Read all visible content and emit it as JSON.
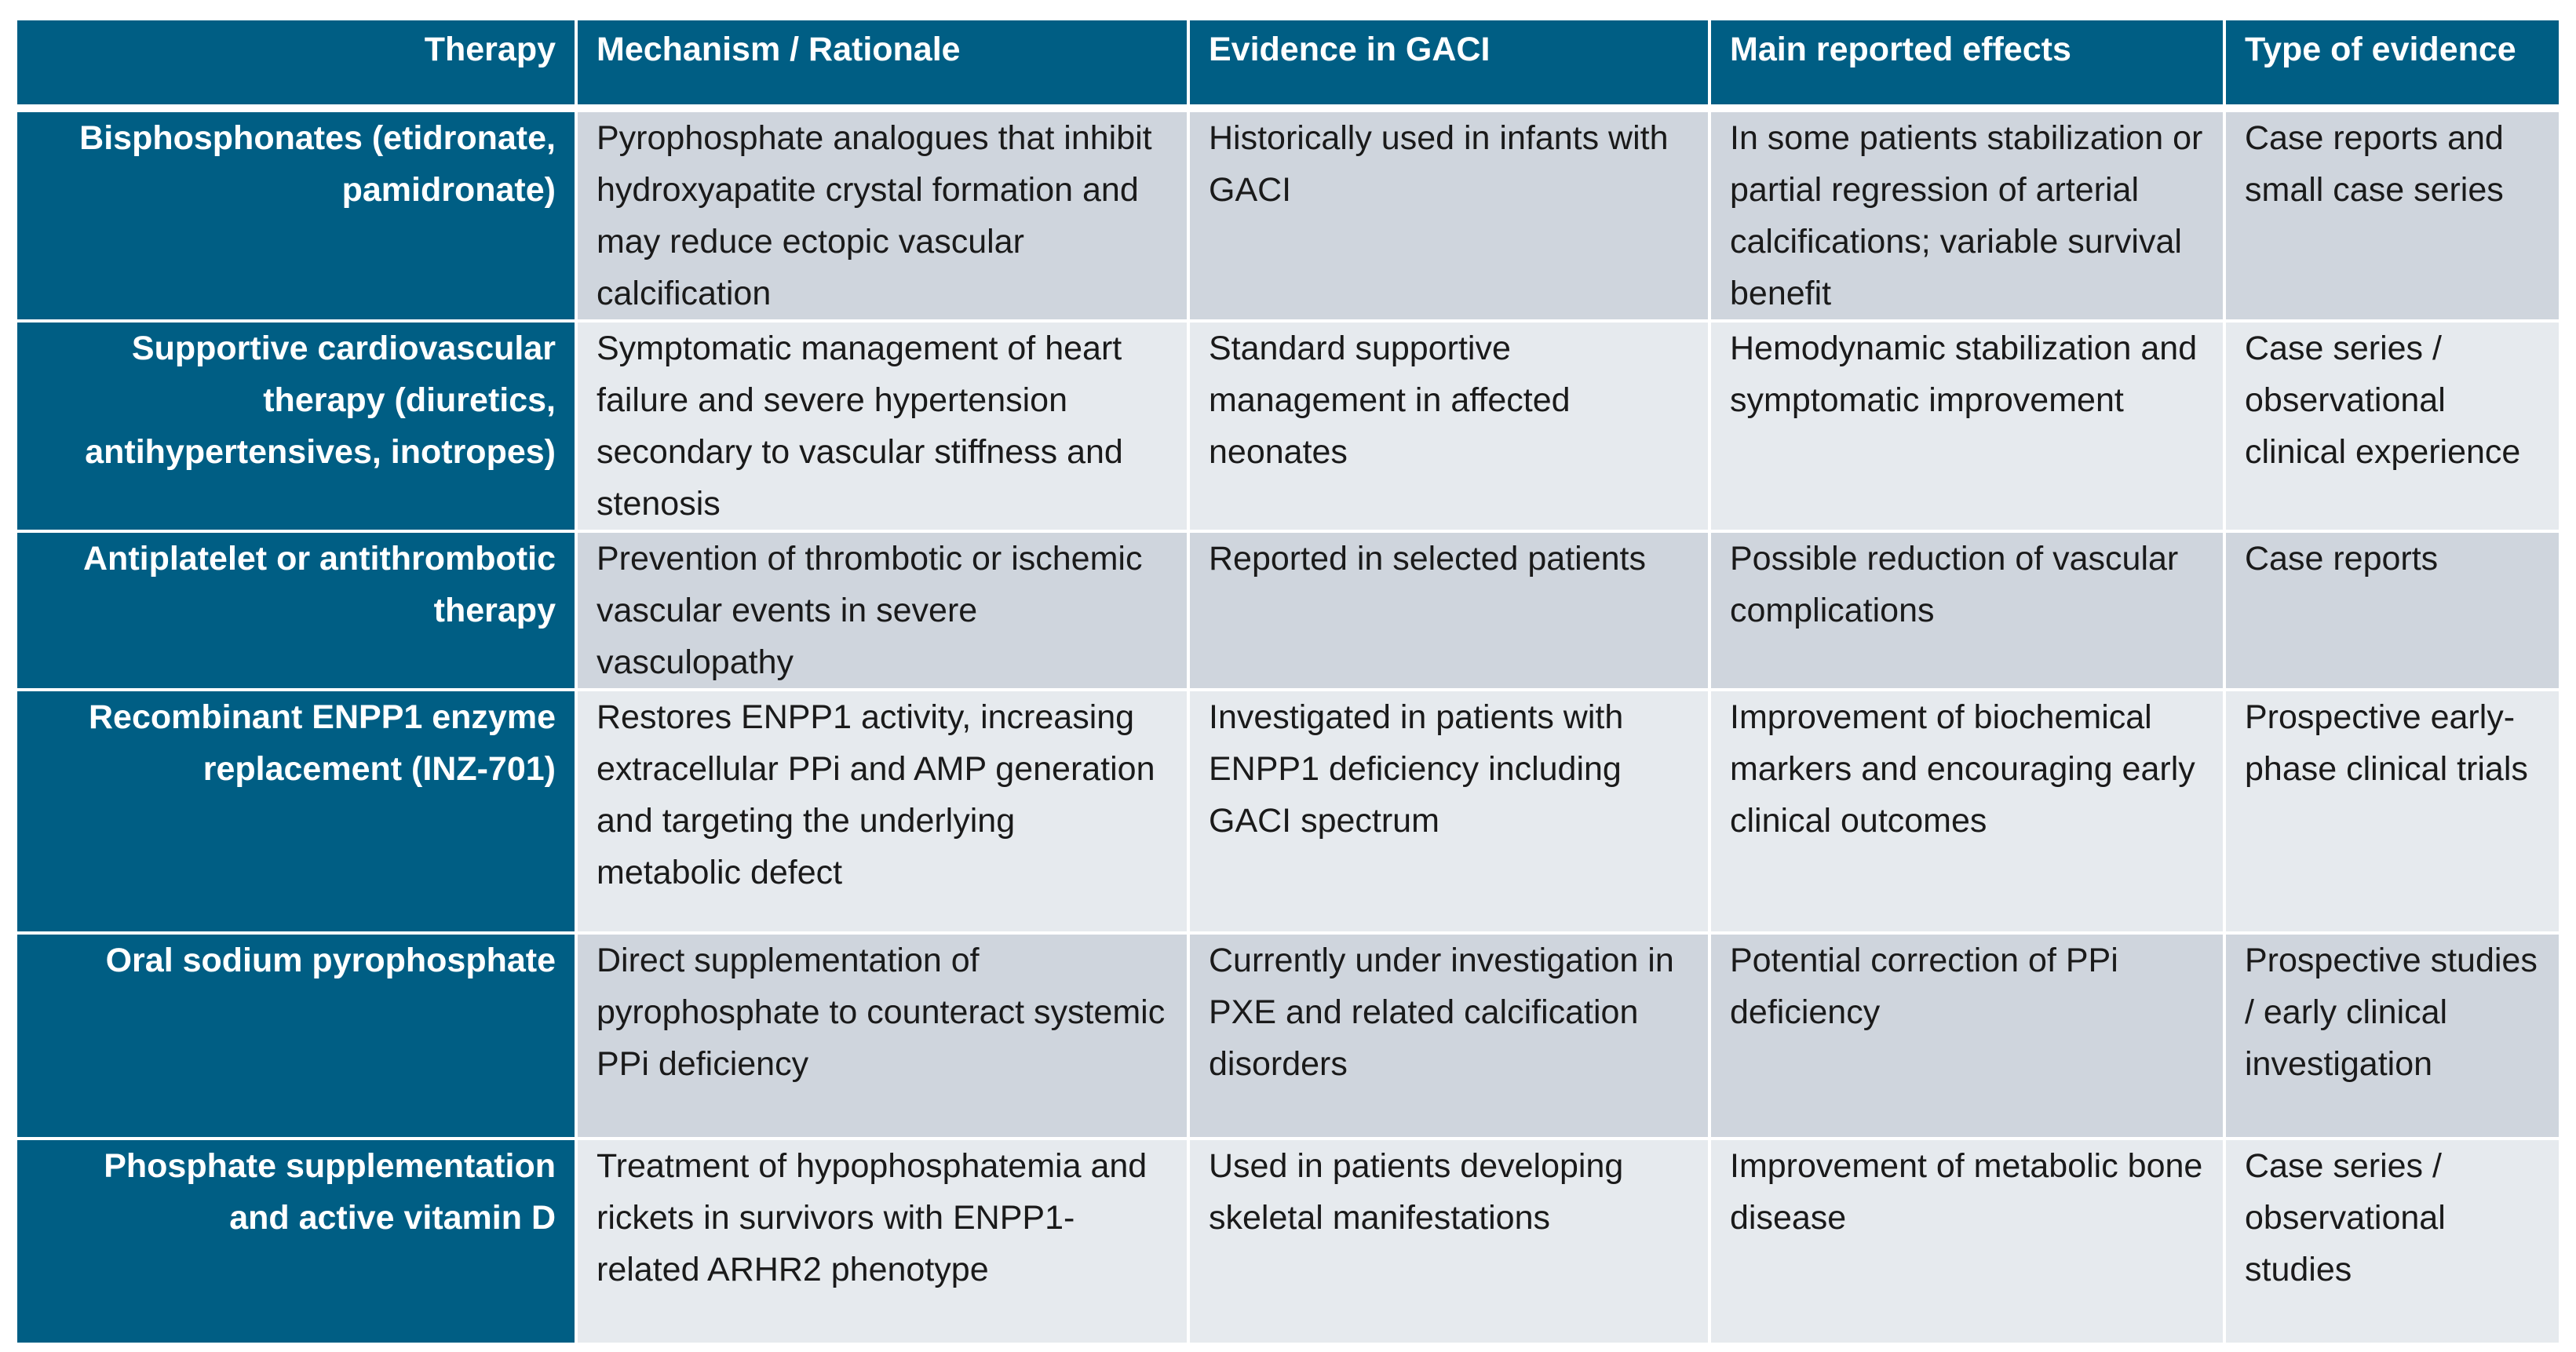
{
  "table": {
    "headers": [
      "Therapy",
      "Mechanism / Rationale",
      "Evidence in GACI",
      "Main reported effects",
      "Type of evidence"
    ],
    "rows": [
      {
        "therapy": "Bisphosphonates (etidronate, pamidronate)",
        "mechanism": "Pyrophosphate analogues that inhibit hydroxyapatite crystal formation and may reduce ectopic vascular calcification",
        "evidence": "Historically used in infants with GACI",
        "effects": "In some patients stabilization or partial regression of arterial calcifications; variable survival benefit",
        "type": "Case reports and small case series"
      },
      {
        "therapy": "Supportive cardiovascular therapy (diuretics, antihypertensives, inotropes)",
        "mechanism": "Symptomatic management of heart failure and severe hypertension secondary to vascular stiffness and stenosis",
        "evidence": "Standard supportive management in affected neonates",
        "effects": "Hemodynamic stabilization and symptomatic improvement",
        "type": "Case series / observational clinical experience"
      },
      {
        "therapy": "Antiplatelet or antithrombotic therapy",
        "mechanism": "Prevention of thrombotic or ischemic vascular events in severe vasculopathy",
        "evidence": "Reported in selected patients",
        "effects": "Possible reduction of vascular complications",
        "type": "Case reports"
      },
      {
        "therapy": "Recombinant ENPP1 enzyme replacement (INZ-701)",
        "mechanism": "Restores ENPP1 activity, increasing extracellular PPi and AMP generation and targeting the underlying metabolic defect",
        "evidence": "Investigated in patients with ENPP1 deficiency including GACI spectrum",
        "effects": "Improvement of biochemical markers and encouraging early clinical outcomes",
        "type": "Prospective early-phase clinical trials"
      },
      {
        "therapy": "Oral sodium pyrophosphate",
        "mechanism": "Direct supplementation of pyrophosphate to counteract systemic PPi deficiency",
        "evidence": "Currently under investigation in PXE and related calcification disorders",
        "effects": "Potential correction of PPi deficiency",
        "type": "Prospective studies / early clinical investigation"
      },
      {
        "therapy": "Phosphate supplementation and active vitamin D",
        "mechanism": "Treatment of hypophosphatemia and rickets in survivors with ENPP1-related ARHR2 phenotype",
        "evidence": "Used in patients developing skeletal manifestations",
        "effects": "Improvement of metabolic bone disease",
        "type": "Case series / observational studies"
      }
    ]
  },
  "colors": {
    "header_bg": "#005e84",
    "row_dark": "#cfd5dd",
    "row_light": "#e6eaee",
    "border": "#ffffff"
  }
}
